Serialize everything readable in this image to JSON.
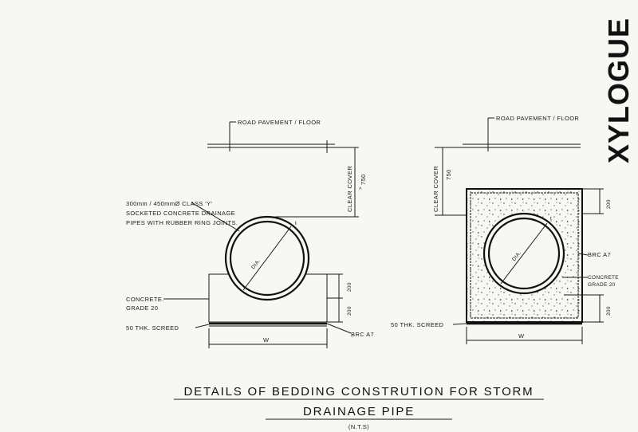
{
  "brand": "XYLOGUE",
  "title": {
    "line1": "DETAILS OF BEDDING CONSTRUTION FOR STORM",
    "line2": "DRAINAGE PIPE",
    "scale": "(N.T.S)"
  },
  "left_detail": {
    "pavement": "ROAD PAVEMENT / FLOOR",
    "clear_cover": "CLEAR COVER",
    "cover_value": "750",
    "pipe_note_1": "300mm / 450mmØ CLASS 'Y'",
    "pipe_note_2": "SOCKETED CONCRETE DRAINAGE",
    "pipe_note_3": "PIPES WITH RUBBER RING JOINTS.",
    "dia": "DIA.",
    "t": "t",
    "concrete_1": "CONCRETE.",
    "concrete_2": "GRADE 20",
    "dim_upper": "200",
    "dim_lower": "200",
    "screed": "50 THK. SCREED",
    "brc": "BRC A7",
    "width": "W"
  },
  "right_detail": {
    "pavement": "ROAD PAVEMENT / FLOOR",
    "clear_cover": "CLEAR COVER",
    "cover_value": "750",
    "dia": "DIA.",
    "t": "t",
    "dim_top": "200",
    "dim_bottom": "200",
    "brc": "BRC A7",
    "concrete_1": "CONCRETE",
    "concrete_2": "GRADE 20",
    "screed": "50 THK. SCREED",
    "width": "W"
  }
}
